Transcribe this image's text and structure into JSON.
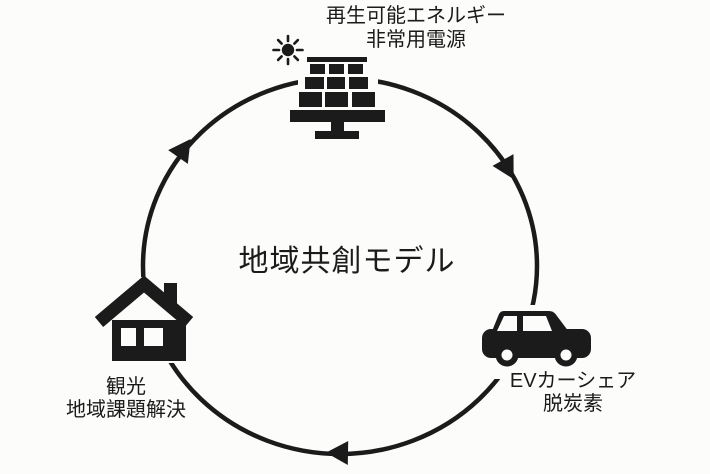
{
  "title": {
    "text": "地域共創モデル"
  },
  "nodes": {
    "energy": {
      "line1": "再生可能エネルギー",
      "line2": "非常用電源",
      "icon": "solar-panel-icon",
      "position": "top"
    },
    "mobility": {
      "line1": "EVカーシェア",
      "line2": "脱炭素",
      "icon": "ev-car-icon",
      "position": "right"
    },
    "community": {
      "line1": "観光",
      "line2": "地域課題解決",
      "icon": "house-icon",
      "position": "left"
    }
  },
  "cycle": {
    "direction": "clockwise",
    "arrows": 3
  },
  "colors": {
    "ink": "#1b1b1b",
    "bg": "#fcfcfa"
  }
}
